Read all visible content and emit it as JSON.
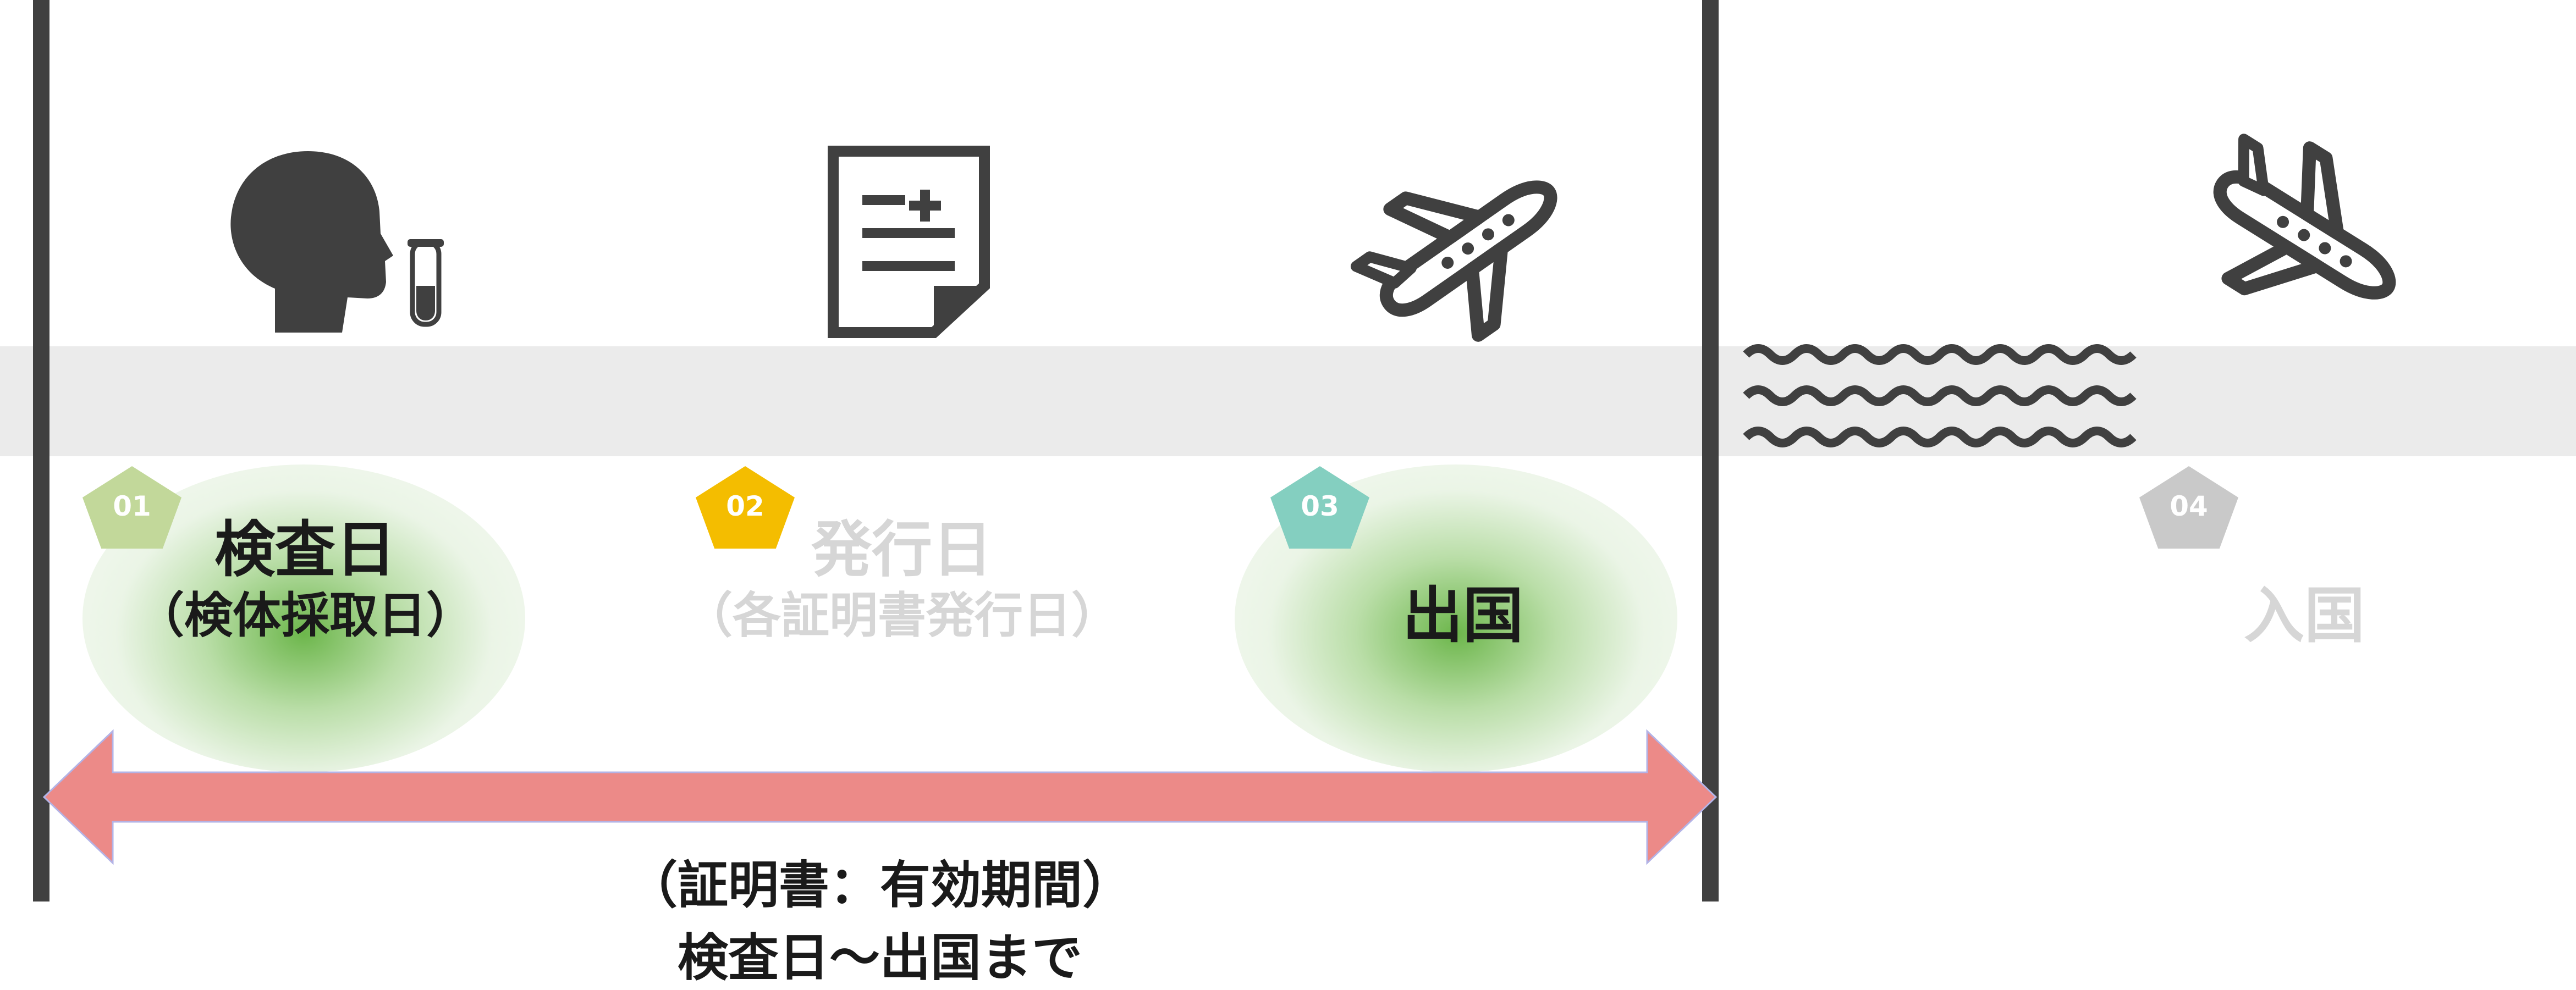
{
  "colors": {
    "step1": "#c2d89a",
    "step2": "#f4bd00",
    "step3": "#84cfc0",
    "step4": "#c9c9c9",
    "arrow": "#ec8a88",
    "icons": "#404040",
    "band": "#ebebeb"
  },
  "icons": [
    "head-test-tube-icon",
    "certificate-document-icon",
    "airplane-departure-icon",
    "waves-icon",
    "airplane-arrival-icon"
  ],
  "steps": [
    {
      "number": "01",
      "label": "検査日",
      "sub": "（検体採取日）",
      "state": "highlighted"
    },
    {
      "number": "02",
      "label": "発行日",
      "sub": "（各証明書発行日）",
      "state": "faded"
    },
    {
      "number": "03",
      "label": "出国",
      "sub": "",
      "state": "highlighted"
    },
    {
      "number": "04",
      "label": "入国",
      "sub": "",
      "state": "faded"
    }
  ],
  "caption": {
    "line1": "（証明書：有効期間）",
    "line2": "検査日～出国まで"
  }
}
